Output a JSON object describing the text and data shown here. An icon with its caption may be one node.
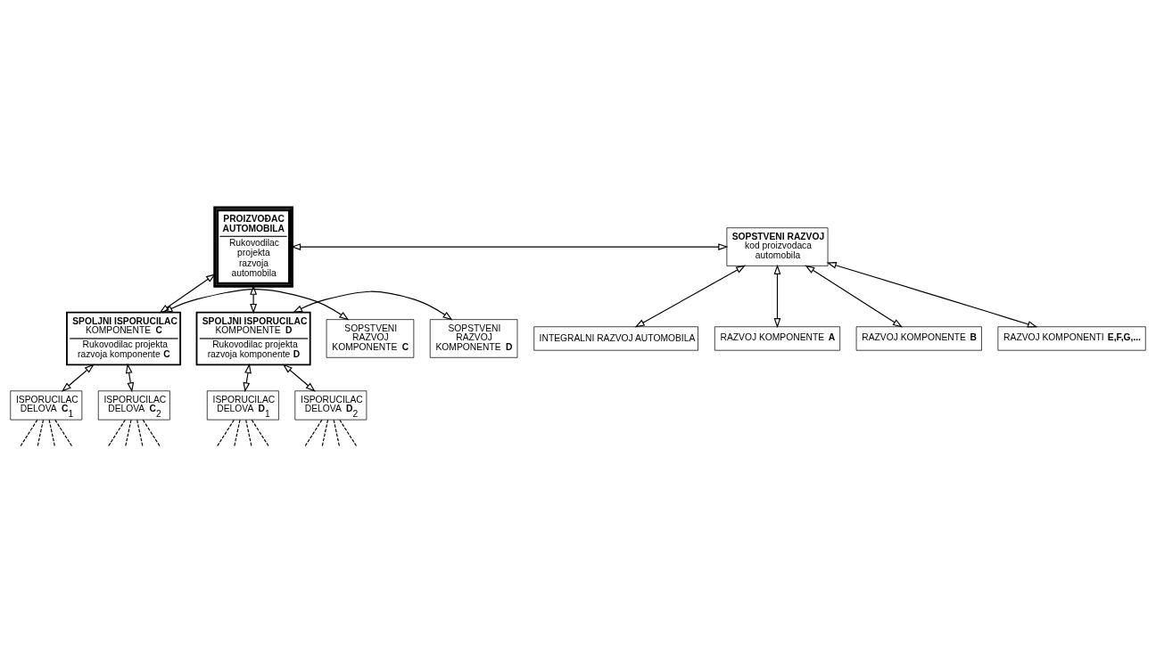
{
  "diagram": {
    "nodes": [
      {
        "text": [
          "PROIZVOĐAC AUTOMOBILA",
          "Rukovodilac projekta razvoja automobila"
        ]
      },
      {
        "text": [
          "**SOPSTVENI RAZVOJ** kod proizvodaca automobila"
        ]
      },
      {
        "text": [
          "INTEGRALNI RAZVOJ AUTOMOBILA"
        ]
      },
      {
        "text": [
          "RAZVOJ KOMPONENTE **A**"
        ]
      },
      {
        "text": [
          "RAZVOJ KOMPONENTE **B**"
        ]
      },
      {
        "text": [
          "RAZVOJ KOMPONENTI **E,F,G,...**"
        ]
      },
      {
        "text": [
          "SOPSTVENI RAZVOJ KOMPONENTE **C**"
        ]
      },
      {
        "text": [
          "**SPOLJNI ISPORUCILAC** KOMPONENTE **C**",
          "Rukovodilac projekta razvoja komponente **C**"
        ]
      },
      {
        "text": [
          "**SPOLJNI ISPORUCILAC** KOMPONENTE **D**",
          "Rukovodilac projekta razvoja komponente **D**"
        ]
      },
      {
        "text": [
          "SOPSTVENI RAZVOJ KOMPONENTE **D**"
        ]
      },
      {
        "text": [
          "ISPORUCILAC DELOVA **C**$_{1}$"
        ]
      },
      {
        "text": [
          "ISPORUCILAC DELOVA **C**$_{2}$"
        ]
      },
      {
        "text": [
          "ISPORUCILAC DELOVA **D**$_{1}$"
        ]
      },
      {
        "text": [
          "ISPORUCILAC DELOVA **D**$_{2}$"
        ]
      }
    ],
    "edges": [
      {
        "from": 0,
        "to": 1,
        "arrow": "both"
      },
      {
        "from": 1,
        "to": 2,
        "arrow": "both"
      },
      {
        "from": 1,
        "to": 3,
        "arrow": "both"
      },
      {
        "from": 1,
        "to": 4,
        "arrow": "both"
      },
      {
        "from": 1,
        "to": 5,
        "arrow": "both"
      },
      {
        "from": 0,
        "to": 7,
        "arrow": "both"
      },
      {
        "from": 0,
        "to": 8,
        "arrow": "both"
      },
      {
        "from": 6,
        "to": 7,
        "arrow": "both"
      },
      {
        "from": 8,
        "to": 9,
        "arrow": "both"
      },
      {
        "from": 7,
        "to": 10,
        "arrow": "both"
      },
      {
        "from": 7,
        "to": 11,
        "arrow": "both"
      },
      {
        "from": 8,
        "to": 12,
        "arrow": "both"
      },
      {
        "from": 8,
        "to": 13,
        "arrow": "both"
      },
      {
        "from": 10,
        "to": null,
        "arrow": "none",
        "style": "dashed"
      },
      {
        "from": 10,
        "to": null,
        "arrow": "none",
        "style": "dashed"
      },
      {
        "from": 10,
        "to": null,
        "arrow": "none",
        "style": "dashed"
      },
      {
        "from": 10,
        "to": null,
        "arrow": "none",
        "style": "dashed"
      },
      {
        "from": 11,
        "to": null,
        "arrow": "none",
        "style": "dashed"
      },
      {
        "from": 11,
        "to": null,
        "arrow": "none",
        "style": "dashed"
      },
      {
        "from": 11,
        "to": null,
        "arrow": "none",
        "style": "dashed"
      },
      {
        "from": 11,
        "to": null,
        "arrow": "none",
        "style": "dashed"
      },
      {
        "from": 12,
        "to": null,
        "arrow": "none",
        "style": "dashed"
      },
      {
        "from": 12,
        "to": null,
        "arrow": "none",
        "style": "dashed"
      },
      {
        "from": 12,
        "to": null,
        "arrow": "none",
        "style": "dashed"
      },
      {
        "from": 12,
        "to": null,
        "arrow": "none",
        "style": "dashed"
      },
      {
        "from": 13,
        "to": null,
        "arrow": "none",
        "style": "dashed"
      },
      {
        "from": 13,
        "to": null,
        "arrow": "none",
        "style": "dashed"
      },
      {
        "from": 13,
        "to": null,
        "arrow": "none",
        "style": "dashed"
      },
      {
        "from": 13,
        "to": null,
        "arrow": "none",
        "style": "dashed"
      }
    ]
  }
}
